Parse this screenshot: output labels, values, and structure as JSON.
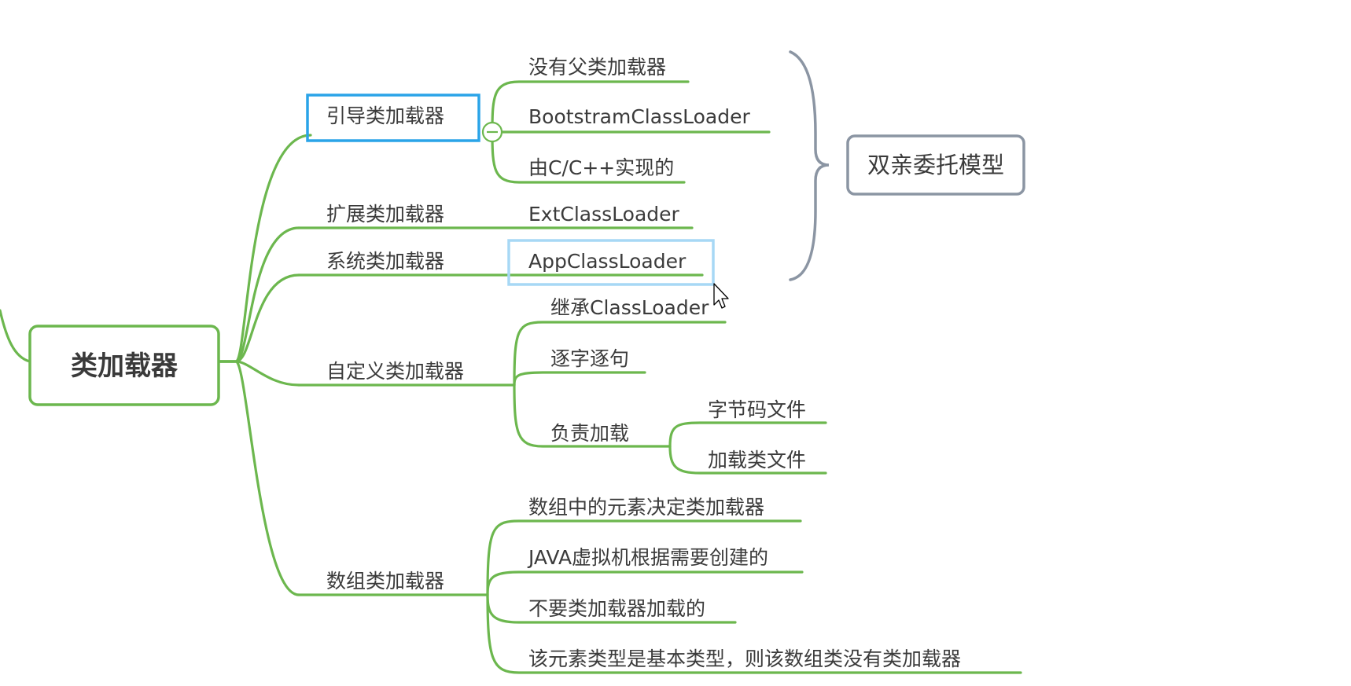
{
  "diagram": {
    "root": {
      "label": "类加载器"
    },
    "summary": {
      "label": "双亲委托模型"
    },
    "branches": [
      {
        "label": "引导类加载器",
        "children": [
          {
            "label": "没有父类加载器"
          },
          {
            "label": "BootstramClassLoader"
          },
          {
            "label": "由C/C++实现的"
          }
        ]
      },
      {
        "label": "扩展类加载器",
        "children": [
          {
            "label": "ExtClassLoader"
          }
        ]
      },
      {
        "label": "系统类加载器",
        "children": [
          {
            "label": "AppClassLoader"
          }
        ]
      },
      {
        "label": "自定义类加载器",
        "children": [
          {
            "label": "继承ClassLoader"
          },
          {
            "label": "逐字逐句"
          },
          {
            "label": "负责加载",
            "children": [
              {
                "label": "字节码文件"
              },
              {
                "label": "加载类文件"
              }
            ]
          }
        ]
      },
      {
        "label": "数组类加载器",
        "children": [
          {
            "label": "数组中的元素决定类加载器"
          },
          {
            "label": "JAVA虚拟机根据需要创建的"
          },
          {
            "label": "不要类加载器加载的"
          },
          {
            "label": "该元素类型是基本类型，则该数组类没有类加载器"
          }
        ]
      }
    ]
  },
  "colors": {
    "branch_line": "#6cb74e",
    "brace": "#8b95a3",
    "selection": "#2aa4e8",
    "selection_light": "#a7d8f5",
    "text": "#3b3b3b"
  }
}
